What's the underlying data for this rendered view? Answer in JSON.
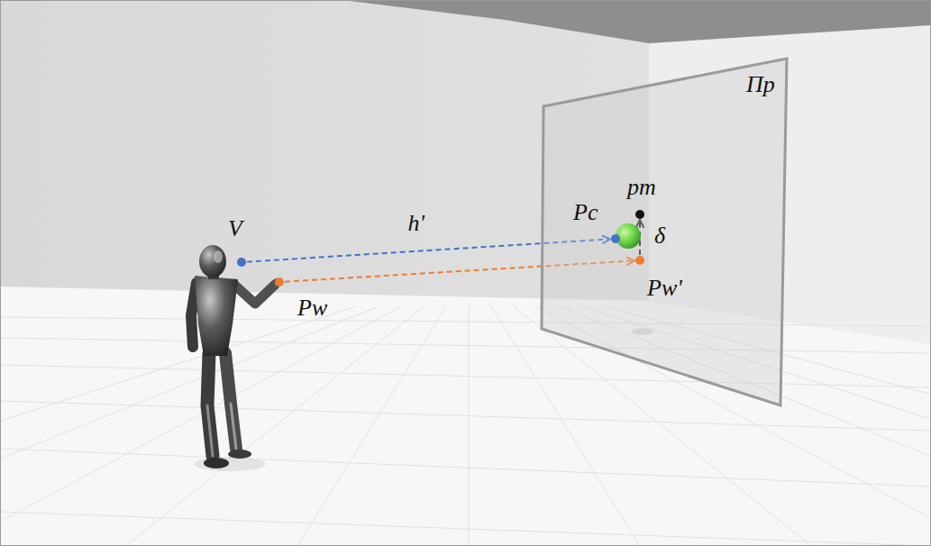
{
  "diagram": {
    "nodes": [
      {
        "text": [
          "Πp"
        ]
      },
      {
        "text": [
          "V"
        ]
      },
      {
        "text": [
          "Pw"
        ]
      },
      {
        "text": [
          "Pc"
        ],
        "in": 0
      },
      {
        "text": [
          "pm"
        ],
        "in": 0
      },
      {
        "text": [
          "Pw'"
        ],
        "in": 0
      }
    ],
    "edges": [
      {
        "from": 1,
        "to": 3,
        "arrow": "to",
        "label": "h'"
      },
      {
        "from": 2,
        "to": 5,
        "arrow": "to"
      },
      {
        "from": 5,
        "to": 4,
        "arrow": "to",
        "label": "δ"
      }
    ]
  }
}
